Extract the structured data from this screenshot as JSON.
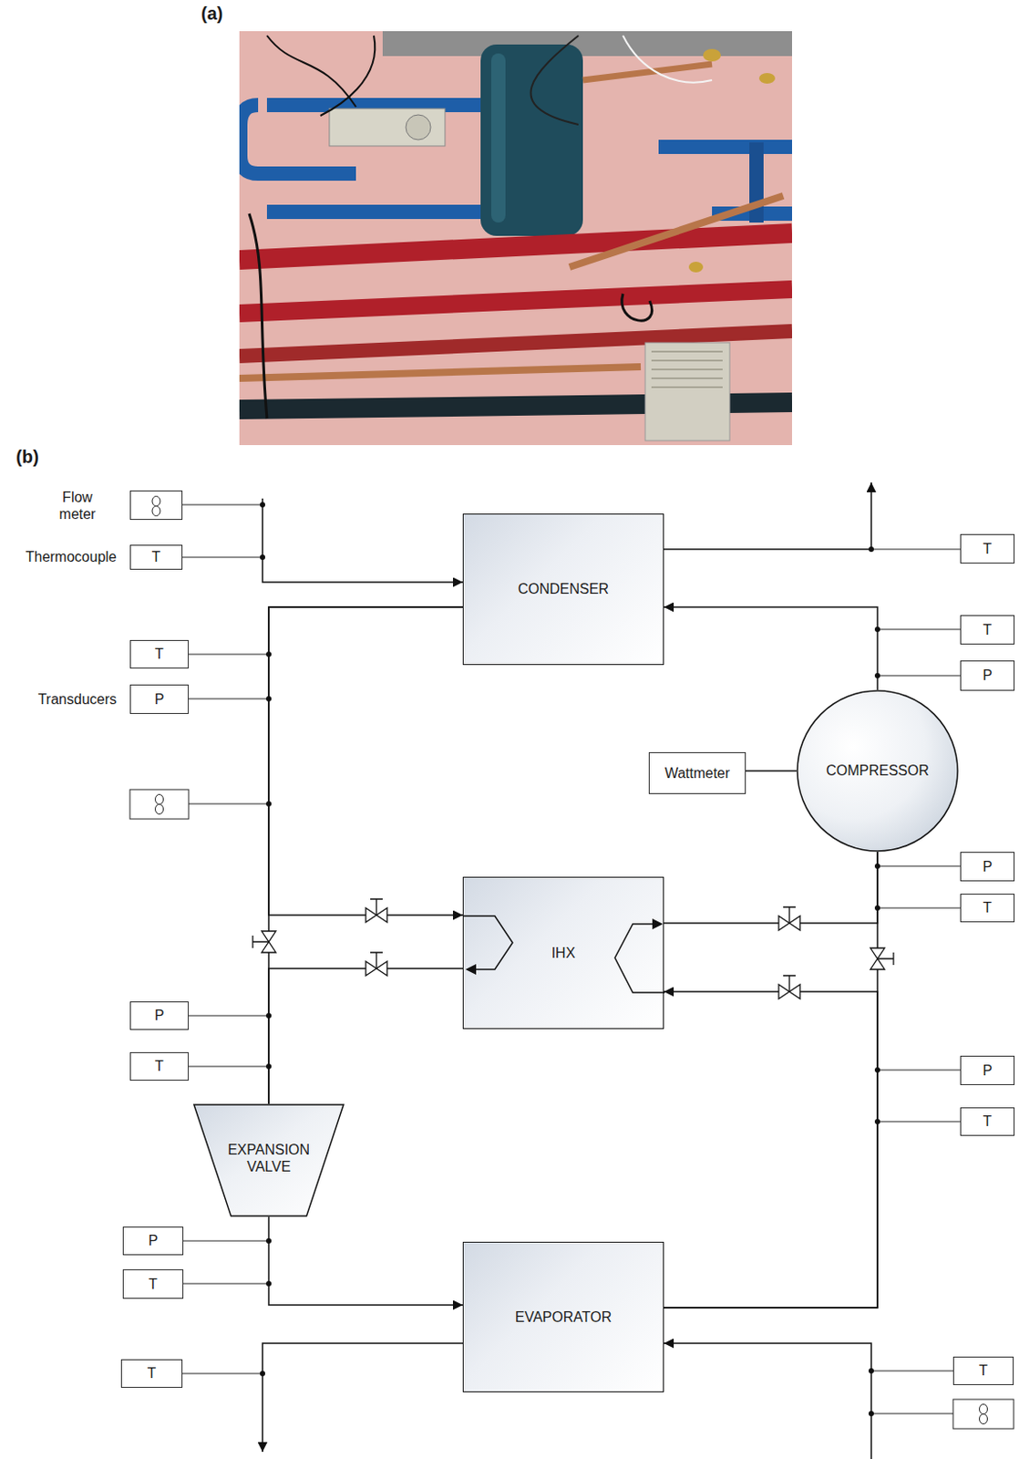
{
  "diagram": {
    "nodes": [
      {
        "text": [
          "Flow meter"
        ]
      },
      {
        "text": [
          "Thermocouple",
          "T"
        ]
      },
      {
        "text": [
          "CONDENSER"
        ]
      },
      {
        "text": [
          "T"
        ]
      },
      {
        "text": [
          "T"
        ]
      },
      {
        "text": [
          "T"
        ]
      },
      {
        "text": [
          "Transducers",
          "P"
        ]
      },
      {
        "text": [
          "P"
        ]
      },
      {
        "text": [
          "Wattmeter"
        ]
      },
      {
        "text": [
          "COMPRESSOR"
        ]
      },
      {
        "text": [
          "P"
        ]
      },
      {
        "text": [
          "T"
        ]
      },
      {
        "text": [
          "IHX"
        ]
      },
      {
        "text": [
          "P"
        ]
      },
      {
        "text": [
          "T"
        ]
      },
      {
        "text": [
          "P"
        ]
      },
      {
        "text": [
          "T"
        ]
      },
      {
        "text": [
          "EXPANSION VALVE"
        ]
      },
      {
        "text": [
          "P"
        ]
      },
      {
        "text": [
          "T"
        ]
      },
      {
        "text": [
          "EVAPORATOR"
        ]
      },
      {
        "text": [
          "T"
        ]
      },
      {
        "text": [
          "T"
        ]
      }
    ],
    "edges": [
      {
        "from": 9,
        "to": 2,
        "arrow": "to"
      },
      {
        "from": 2,
        "to": 12,
        "arrow": "to"
      },
      {
        "from": 2,
        "to": 17,
        "arrow": "none"
      },
      {
        "from": 12,
        "to": 17,
        "arrow": "none"
      },
      {
        "from": 17,
        "to": 20,
        "arrow": "to"
      },
      {
        "from": 20,
        "to": 12,
        "arrow": "to"
      },
      {
        "from": 20,
        "to": 9,
        "arrow": "none"
      },
      {
        "from": 12,
        "to": 9,
        "arrow": "none"
      },
      {
        "from": 8,
        "to": 9,
        "arrow": "none"
      }
    ],
    "labels": [
      "(a)",
      "(b)"
    ]
  }
}
